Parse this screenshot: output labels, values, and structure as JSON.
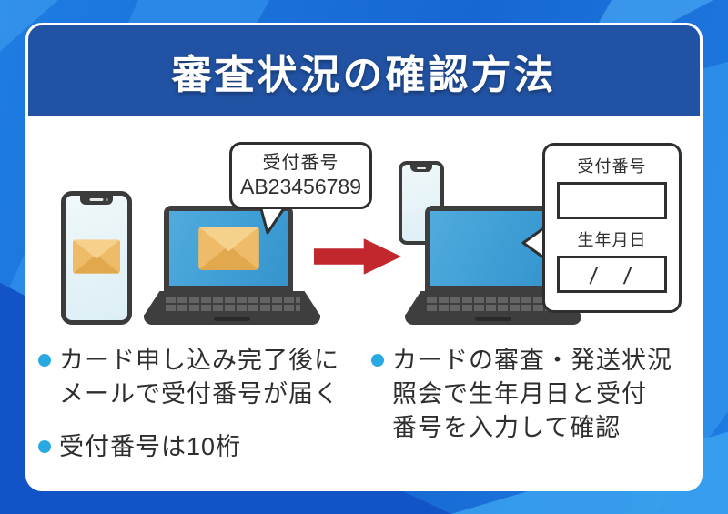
{
  "header": {
    "title": "審査状況の確認方法"
  },
  "email_bubble": {
    "label": "受付番号",
    "number": "AB23456789"
  },
  "form_bubble": {
    "receipt_label": "受付番号",
    "receipt_value": "",
    "birthdate_label": "生年月日",
    "birthdate_value": "/　/"
  },
  "bullets_left": [
    {
      "lines": [
        "カード申し込み完了後に",
        "メールで受付番号が届く"
      ]
    },
    {
      "lines": [
        "受付番号は10桁"
      ]
    }
  ],
  "bullets_right": [
    {
      "lines": [
        "カードの審査・発送状況",
        "照会で生年月日と受付",
        "番号を入力して確認"
      ]
    }
  ],
  "icons": [
    "email-icon",
    "smartphone-icon",
    "laptop-icon",
    "arrow-right-icon",
    "bullet-dot-icon"
  ],
  "colors": {
    "background_blue": "#1E7CE2",
    "background_dark_blue": "#1254C8",
    "background_light_blue": "#3BA2EE",
    "header_bg": "#2152A3",
    "card_bg": "#FFFFFF",
    "bullet_dot": "#29A9E1",
    "arrow_red": "#C1272D",
    "laptop_body": "#3E3E3E",
    "screen_blue": "#3F9FD5",
    "envelope_base": "#EEBC69",
    "envelope_flap": "#F6D18C",
    "envelope_fold": "#E2A84E",
    "outline_dark": "#2F2F2F"
  }
}
